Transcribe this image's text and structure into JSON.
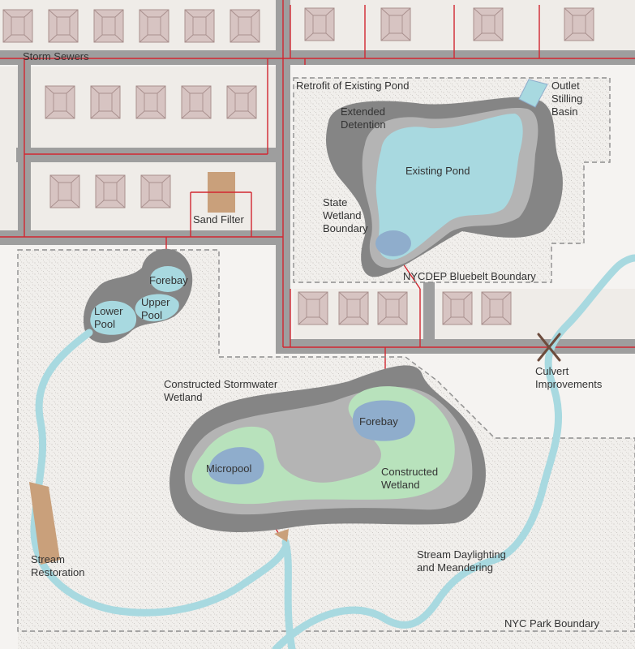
{
  "colors": {
    "background": "#f5f3f1",
    "lot": "#efece8",
    "stipple": "#b7b3ae",
    "road": "#9e9e9e",
    "sewer": "#d22630",
    "house_fill": "#d7c4c2",
    "house_edge": "#a88f8d",
    "berm_dark": "#858585",
    "berm_mid": "#b4b4b4",
    "water": "#a8d9e0",
    "deep_water": "#8fadcc",
    "wetland": "#b8e2bc",
    "sand": "#c9a07b",
    "culvert": "#6d4c3d",
    "boundary": "#8e8e8e"
  },
  "labels": {
    "storm_sewers": "Storm Sewers",
    "retrofit": "Retrofit of Existing Pond",
    "outlet_1": "Outlet",
    "outlet_2": "Stilling",
    "outlet_3": "Basin",
    "extended_1": "Extended",
    "extended_2": "Detention",
    "existing_pond": "Existing Pond",
    "state_1": "State",
    "state_2": "Wetland",
    "state_3": "Boundary",
    "bluebelt": "NYCDEP Bluebelt Boundary",
    "sand_filter": "Sand Filter",
    "forebay_top": "Forebay",
    "upper_1": "Upper",
    "upper_2": "Pool",
    "lower_1": "Lower",
    "lower_2": "Pool",
    "csw_1": "Constructed Stormwater",
    "csw_2": "Wetland",
    "forebay_main": "Forebay",
    "micropool": "Micropool",
    "cw_1": "Constructed",
    "cw_2": "Wetland",
    "culvert_1": "Culvert",
    "culvert_2": "Improvements",
    "stream_rest_1": "Stream",
    "stream_rest_2": "Restoration",
    "daylight_1": "Stream Daylighting",
    "daylight_2": "and Meandering",
    "park": "NYC Park Boundary"
  }
}
